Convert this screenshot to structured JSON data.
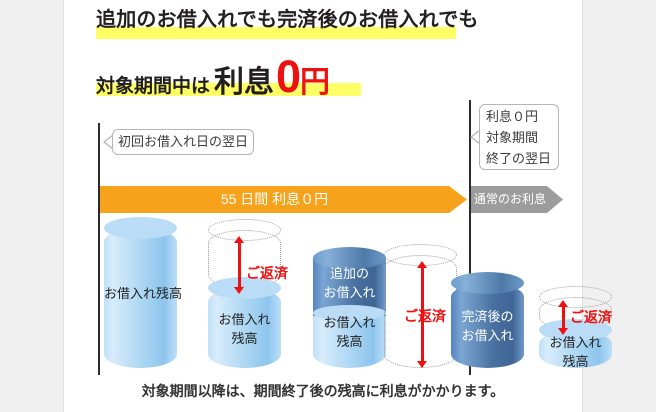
{
  "headline": {
    "line1": "追加のお借入れでも完済後のお借入れでも",
    "line2_lead": "対象期間中は",
    "line2_risoku": "利息",
    "line2_zero": "0",
    "line2_yen": "円"
  },
  "callouts": {
    "left": "初回お借入れ日の翌日",
    "right_line1": "利息０円",
    "right_line2": "対象期間",
    "right_line3": "終了の翌日"
  },
  "bands": {
    "free_period": "55 日間 利息０円",
    "normal_interest": "通常のお利息"
  },
  "repayment_label": "ご返済",
  "cylinders": [
    {
      "id": "c1",
      "label_line1": "お借入れ残高",
      "label_line2": "",
      "top_label": "",
      "kind": "light"
    },
    {
      "id": "c2",
      "label_line1": "お借入れ",
      "label_line2": "残高",
      "top_label": "",
      "kind": "light-with-ghost"
    },
    {
      "id": "c3",
      "label_line1": "お借入れ",
      "label_line2": "残高",
      "top_label_line1": "追加の",
      "top_label_line2": "お借入れ",
      "kind": "two-tone"
    },
    {
      "id": "c4",
      "label_line1": "",
      "label_line2": "",
      "top_label": "",
      "kind": "ghost-only"
    },
    {
      "id": "c5",
      "label_line1": "完済後の",
      "label_line2": "お借入れ",
      "top_label": "",
      "kind": "dark"
    },
    {
      "id": "c6",
      "label_line1": "お借入れ",
      "label_line2": "残高",
      "top_label": "",
      "kind": "light-with-ghost"
    }
  ],
  "footer": "対象期間以降は、期間終了後の残高に利息がかかります。",
  "colors": {
    "highlight": "#ffff66",
    "accent_red": "#ee1111",
    "band_orange": "#f7a21b",
    "band_gray": "#9c9c9c",
    "cyl_light": "#a9d5f2",
    "cyl_dark": "#49719f"
  }
}
